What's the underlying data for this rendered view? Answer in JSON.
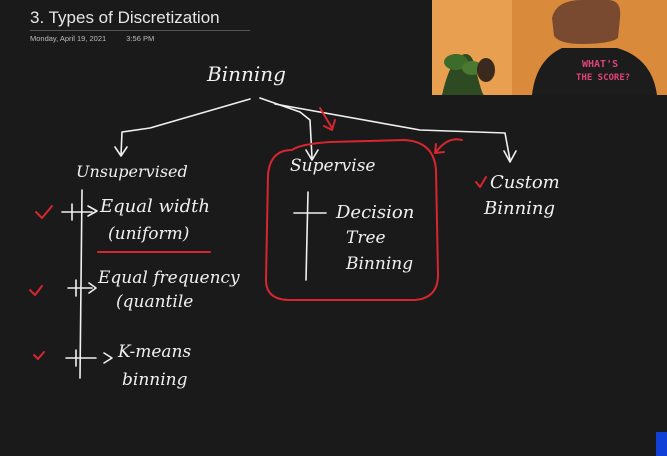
{
  "page": {
    "title": "3. Types of Discretization",
    "date": "Monday, April 19, 2021",
    "time": "3:56 PM"
  },
  "diagram": {
    "root": "Binning",
    "unsupervised": {
      "label": "Unsupervised",
      "items": [
        {
          "line1": "Equal width",
          "line2": "(uniform)"
        },
        {
          "line1": "Equal frequency",
          "line2": "(quantile"
        },
        {
          "line1": "K-means",
          "line2": "binning"
        }
      ]
    },
    "supervised": {
      "label": "Supervise",
      "items": [
        {
          "line1": "Decision",
          "line2": "Tree",
          "line3": "Binning"
        }
      ]
    },
    "custom": {
      "line1": "Custom",
      "line2": "Binning"
    }
  },
  "webcam": {
    "shirt_text_1": "WHAT'S",
    "shirt_text_2": "THE SCORE?"
  },
  "colors": {
    "background": "#1a1a1a",
    "ink": "#f0f0f0",
    "red_ink": "#d7262f"
  }
}
